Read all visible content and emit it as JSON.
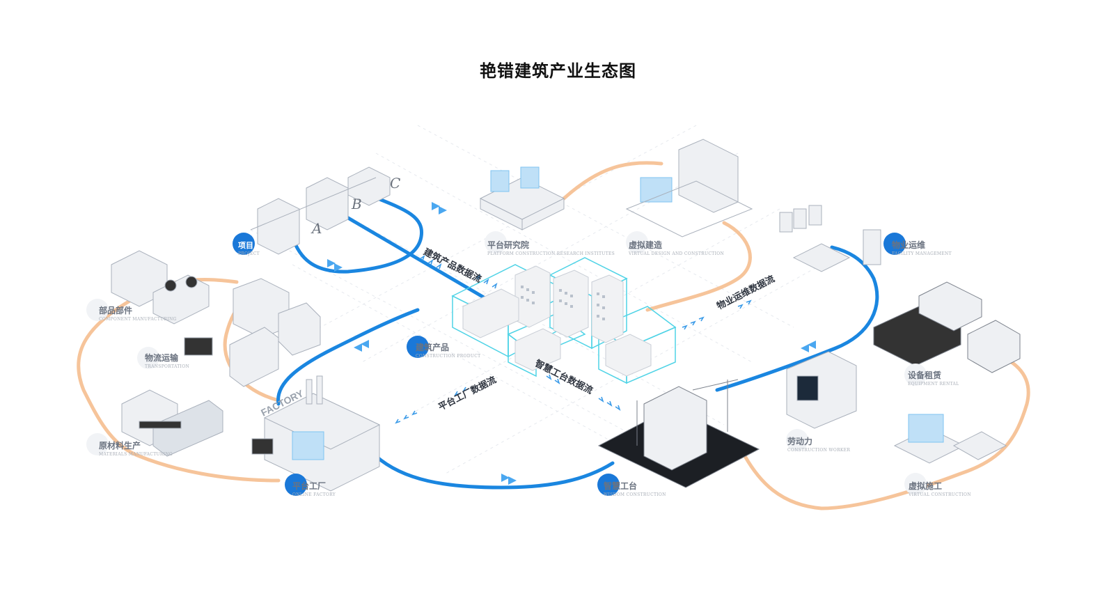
{
  "title": "艳错建筑产业生态图",
  "colors": {
    "blue_flow": "#1a86e0",
    "orange_flow": "#f6c49a",
    "badge_blue": "#1a78d8",
    "building_outline": "#4fd3e6",
    "glass_blue": "#7fc3f0"
  },
  "nodes": {
    "project": {
      "zh": "项目",
      "en": "PROJECT"
    },
    "research": {
      "zh": "平台研究院",
      "en": "PLATFORM CONSTRUCTION RESEARCH INSTITUTES"
    },
    "virtual_design": {
      "zh": "虚拟建造",
      "en": "VIRTUAL DESIGN AND CONSTRUCTION"
    },
    "property": {
      "zh": "物业运维",
      "en": "FACILITY MANAGEMENT"
    },
    "components": {
      "zh": "部品部件",
      "en": "COMPONENT MANUFACTURING"
    },
    "logistics": {
      "zh": "物流运输",
      "en": "TRANSPORTATION"
    },
    "product": {
      "zh": "建筑产品",
      "en": "CONSTRUCTION PRODUCT"
    },
    "equipment": {
      "zh": "设备租赁",
      "en": "EQUIPMENT RENTAL"
    },
    "materials": {
      "zh": "原材料生产",
      "en": "MATERIALS MANUFACTURING"
    },
    "labor": {
      "zh": "劳动力",
      "en": "CONSTRUCTION WORKER"
    },
    "factory": {
      "zh": "平台工厂",
      "en": "ONLINE FACTORY"
    },
    "smart": {
      "zh": "智慧工台",
      "en": "WISDOM CONSTRUCTION"
    },
    "virtual_build": {
      "zh": "虚拟施工",
      "en": "VIRTUAL CONSTRUCTION"
    }
  },
  "flows": {
    "product_data": "建筑产品数据流",
    "property_data": "物业运维数据流",
    "smart_data": "智慧工台数据流",
    "factory_data": "平台工厂数据流"
  },
  "sign_texts": {
    "factory": "FACTORY",
    "grid_a": "A",
    "grid_b": "B",
    "grid_c": "C"
  },
  "icons": [
    "robot-arm-icon",
    "forklift-icon",
    "truck-icon",
    "crane-icon",
    "excavator-icon",
    "server-rack-icon",
    "worker-icon",
    "computer-desk-icon"
  ]
}
